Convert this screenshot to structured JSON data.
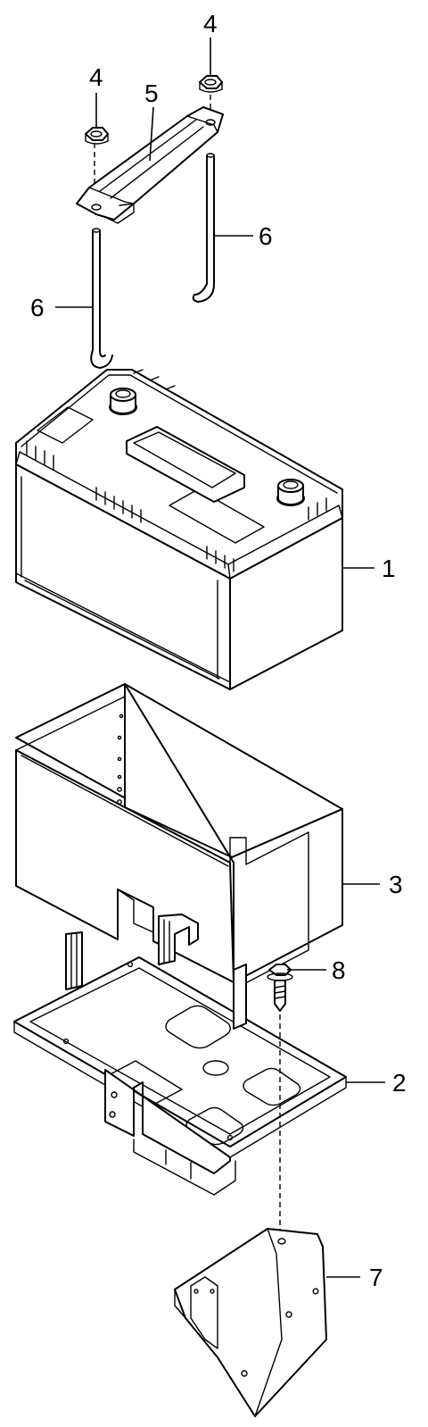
{
  "callouts": {
    "c1": "1",
    "c2": "2",
    "c3": "3",
    "c4a": "4",
    "c4b": "4",
    "c5": "5",
    "c6a": "6",
    "c6b": "6",
    "c7": "7",
    "c8": "8"
  }
}
